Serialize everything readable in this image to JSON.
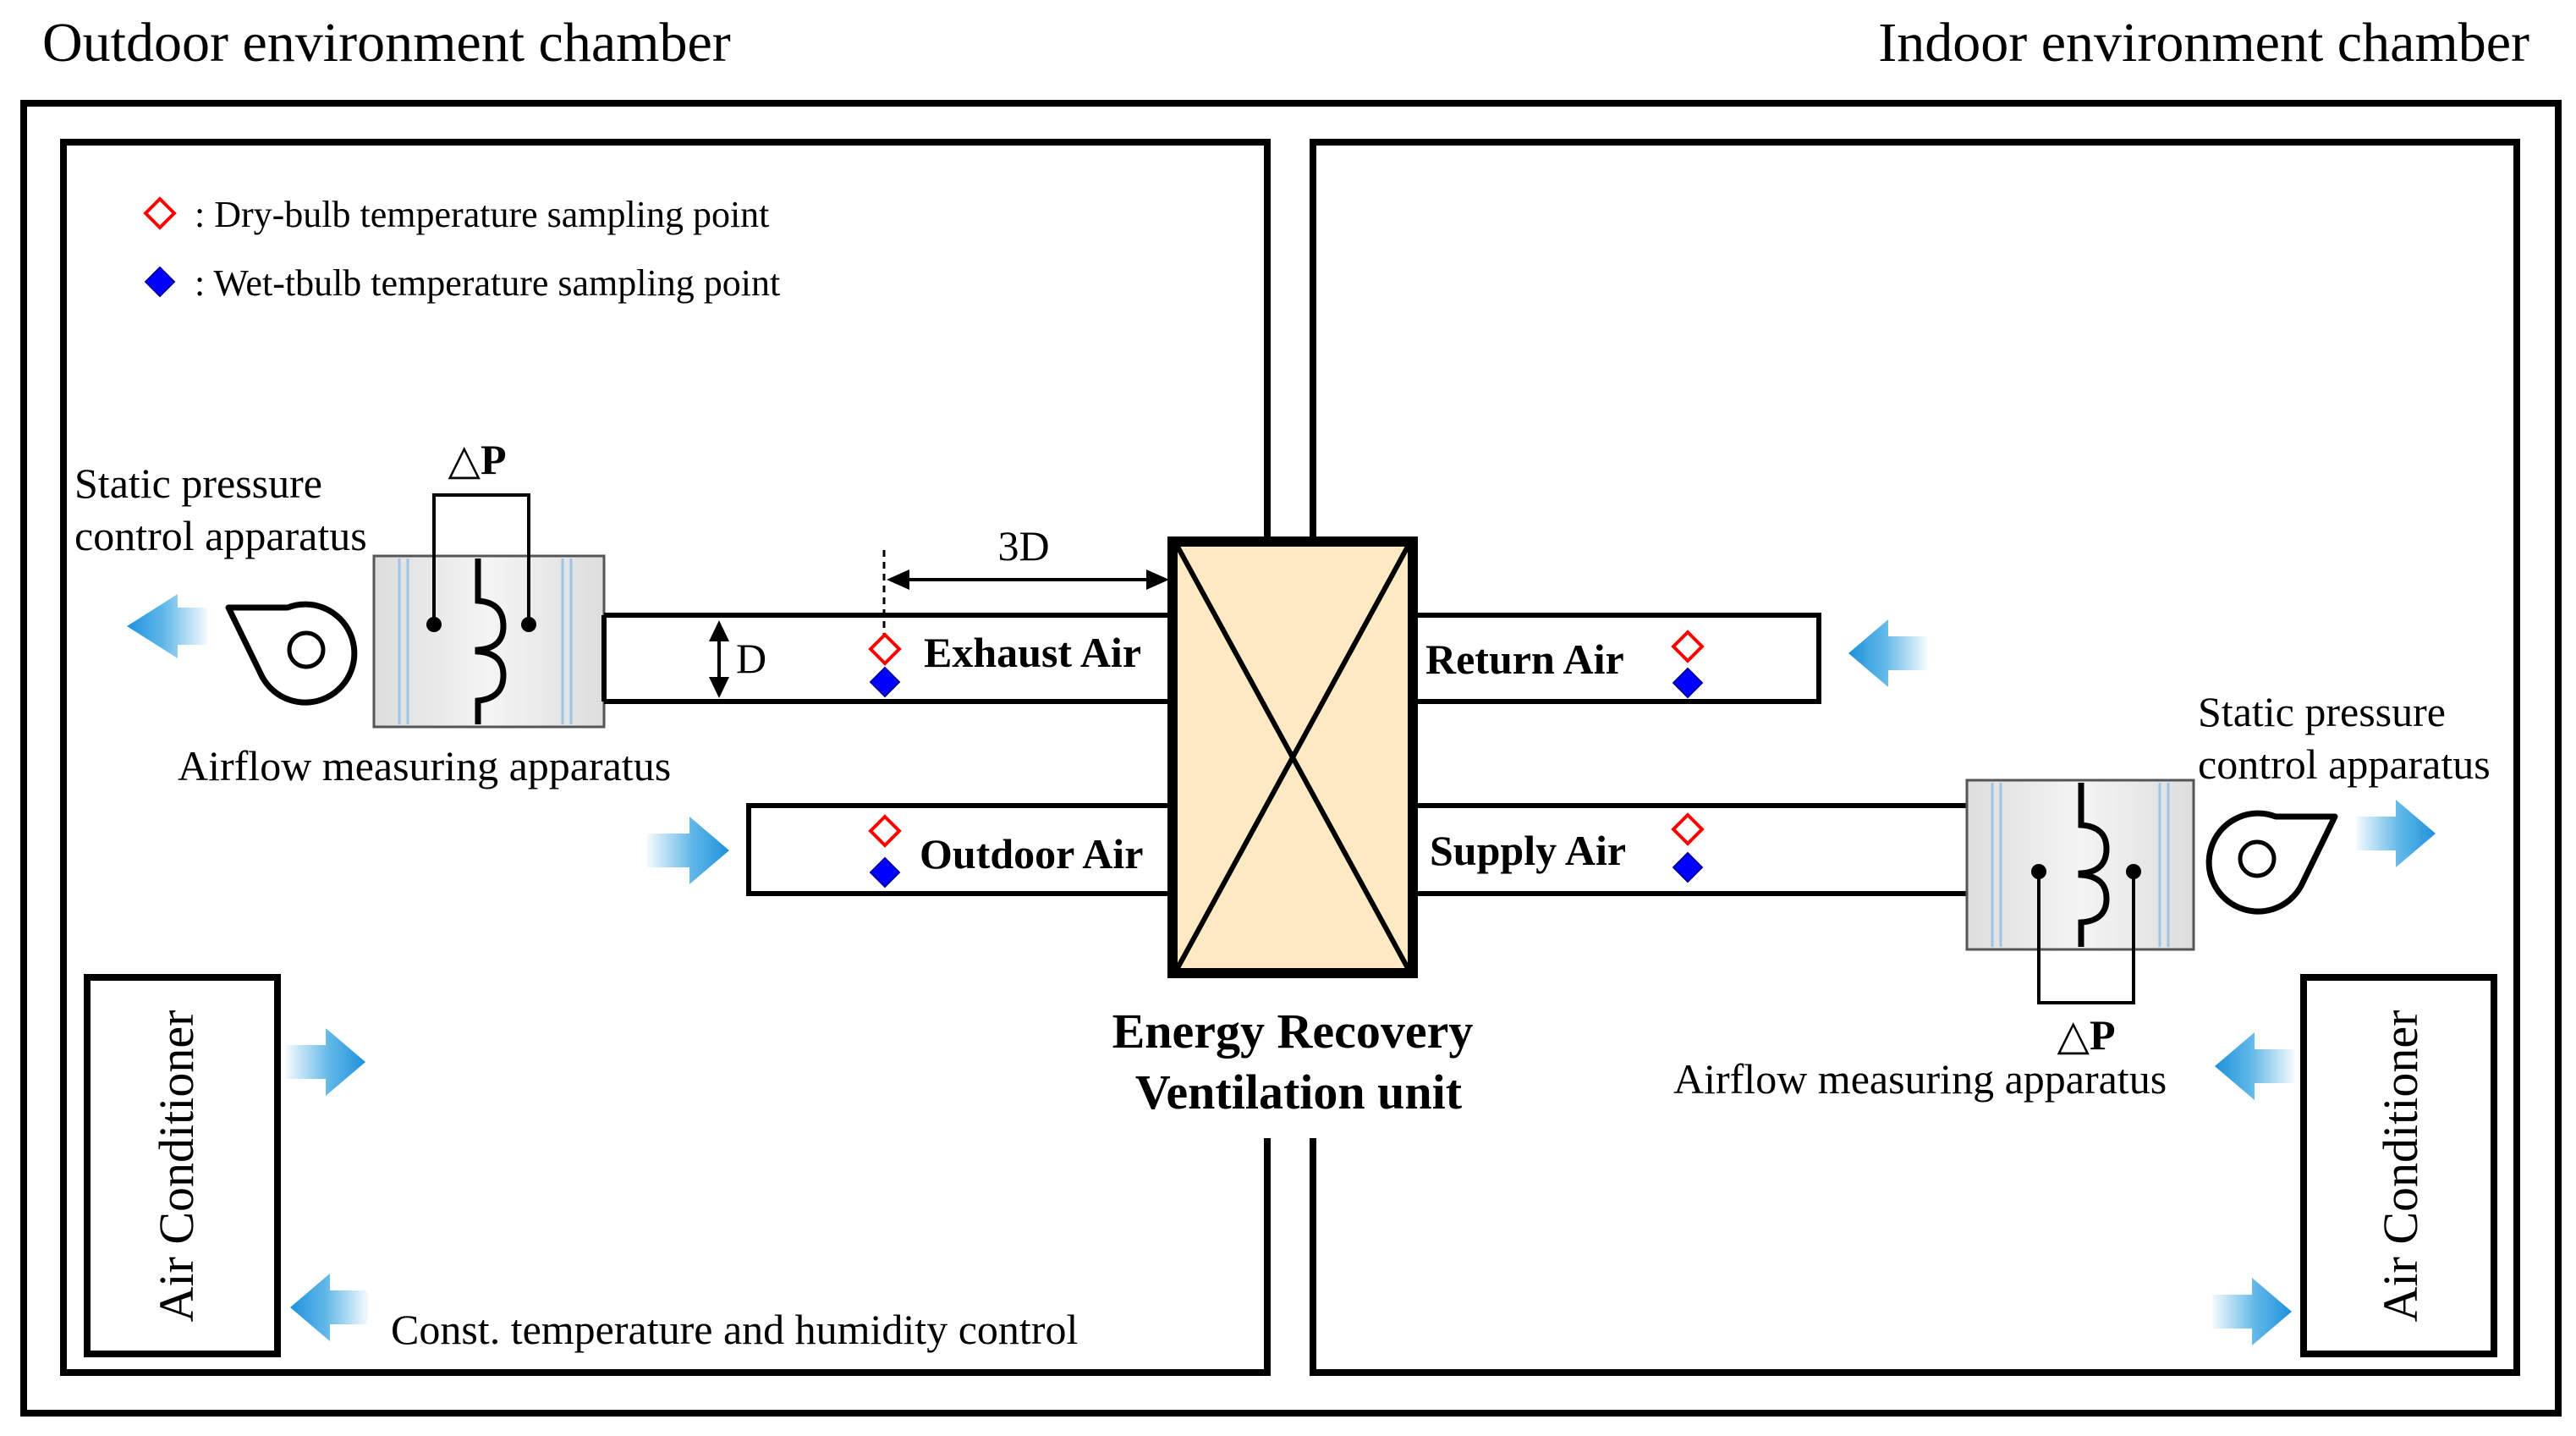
{
  "chambers": {
    "outdoor_title": "Outdoor environment chamber",
    "indoor_title": "Indoor environment chamber"
  },
  "legend": {
    "dry_bulb": ": Dry-bulb temperature sampling point",
    "wet_bulb": ": Wet-tbulb temperature sampling point"
  },
  "outdoor_side": {
    "static_pressure_line1": "Static pressure",
    "static_pressure_line2": "control apparatus",
    "delta_p": "△P",
    "airflow_measuring": "Airflow measuring apparatus",
    "dim_3d": "3D",
    "dim_d": "D",
    "air_conditioner": "Air Conditioner",
    "const_control": "Const. temperature and humidity control"
  },
  "ducts": {
    "exhaust": "Exhaust Air",
    "outdoor": "Outdoor Air",
    "return": "Return Air",
    "supply": "Supply Air"
  },
  "erv": {
    "line1": "Energy Recovery",
    "line2": "Ventilation unit"
  },
  "indoor_side": {
    "static_pressure_line1": "Static pressure",
    "static_pressure_line2": "control apparatus",
    "delta_p": "△P",
    "airflow_measuring": "Airflow measuring apparatus",
    "air_conditioner": "Air Conditioner"
  },
  "colors": {
    "dry_bulb_marker": "#ff0000",
    "wet_bulb_marker": "#0000ff",
    "erv_fill": "#fde9c4",
    "arrow_blue": "#2a9fe0",
    "filter_line": "#9dc3e6"
  }
}
